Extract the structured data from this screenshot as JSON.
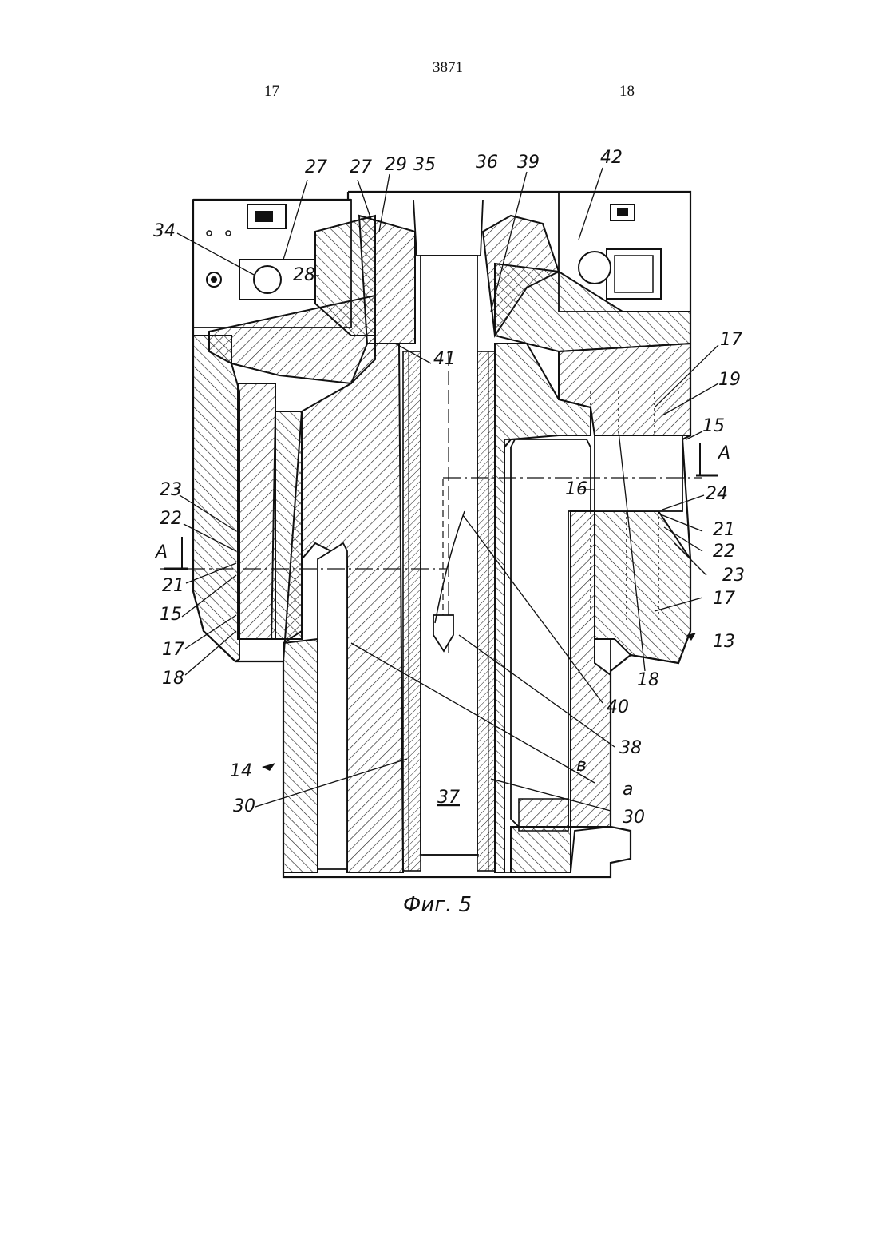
{
  "header": {
    "page_number": "3871",
    "left_column": "17",
    "right_column": "18"
  },
  "figure": {
    "caption": "Фиг. 5",
    "labels": {
      "l27a": "27",
      "l27b": "27",
      "l29": "29",
      "l35": "35",
      "l36": "36",
      "l39": "39",
      "l42": "42",
      "l34": "34",
      "l28": "28",
      "l41": "41",
      "l17r": "17",
      "l19": "19",
      "l15r": "15",
      "lAr": "A",
      "l16": "16",
      "l24": "24",
      "l21r": "21",
      "l22r": "22",
      "l23r": "23",
      "l17r2": "17",
      "l13": "13",
      "l18r": "18",
      "l40": "40",
      "l38": "38",
      "lb": "в",
      "la": "a",
      "l30r": "30",
      "l37": "37",
      "l30l": "30",
      "l14": "14",
      "l23l": "23",
      "l22l": "22",
      "lAl": "A",
      "l21l": "21",
      "l15l": "15",
      "l17l": "17",
      "l18l": "18"
    }
  }
}
